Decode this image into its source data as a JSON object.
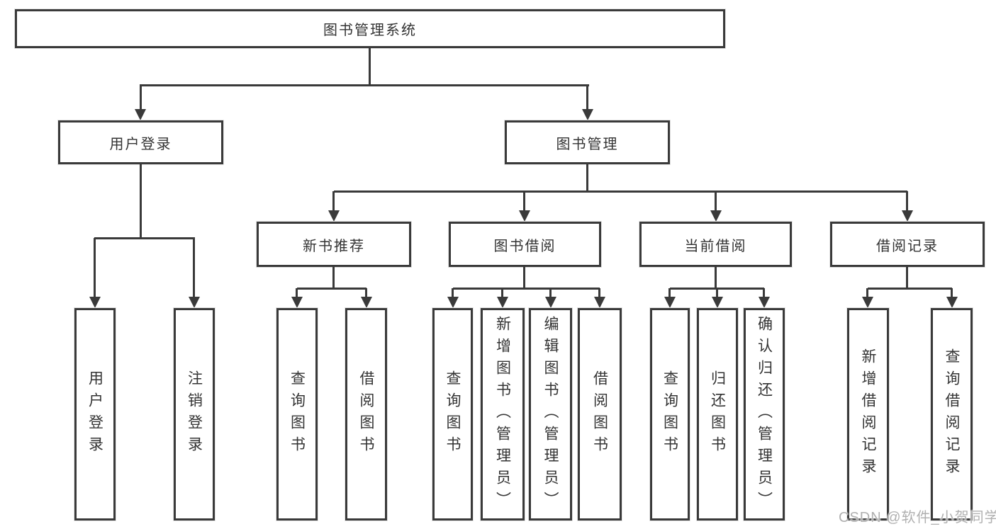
{
  "diagram": {
    "root": {
      "label": "图书管理系统"
    },
    "level2": [
      {
        "label": "用户登录"
      },
      {
        "label": "图书管理"
      }
    ],
    "level3": [
      {
        "label": "新书推荐"
      },
      {
        "label": "图书借阅"
      },
      {
        "label": "当前借阅"
      },
      {
        "label": "借阅记录"
      }
    ],
    "leaves": [
      {
        "label": "用户登录"
      },
      {
        "label": "注销登录"
      },
      {
        "label": "查询图书"
      },
      {
        "label": "借阅图书"
      },
      {
        "label": "查询图书"
      },
      {
        "label": "新增图书（管理员）"
      },
      {
        "label": "编辑图书（管理员）"
      },
      {
        "label": "借阅图书"
      },
      {
        "label": "查询图书"
      },
      {
        "label": "归还图书"
      },
      {
        "label": "确认归还（管理员）"
      },
      {
        "label": "新增借阅记录"
      },
      {
        "label": "查询借阅记录"
      }
    ],
    "colors": {
      "line": "#3a3a3a",
      "text": "#333333",
      "background": "#ffffff",
      "watermark": "#b0b0b0"
    }
  },
  "watermark": {
    "text": "CSDN @软件_小贺同学"
  }
}
